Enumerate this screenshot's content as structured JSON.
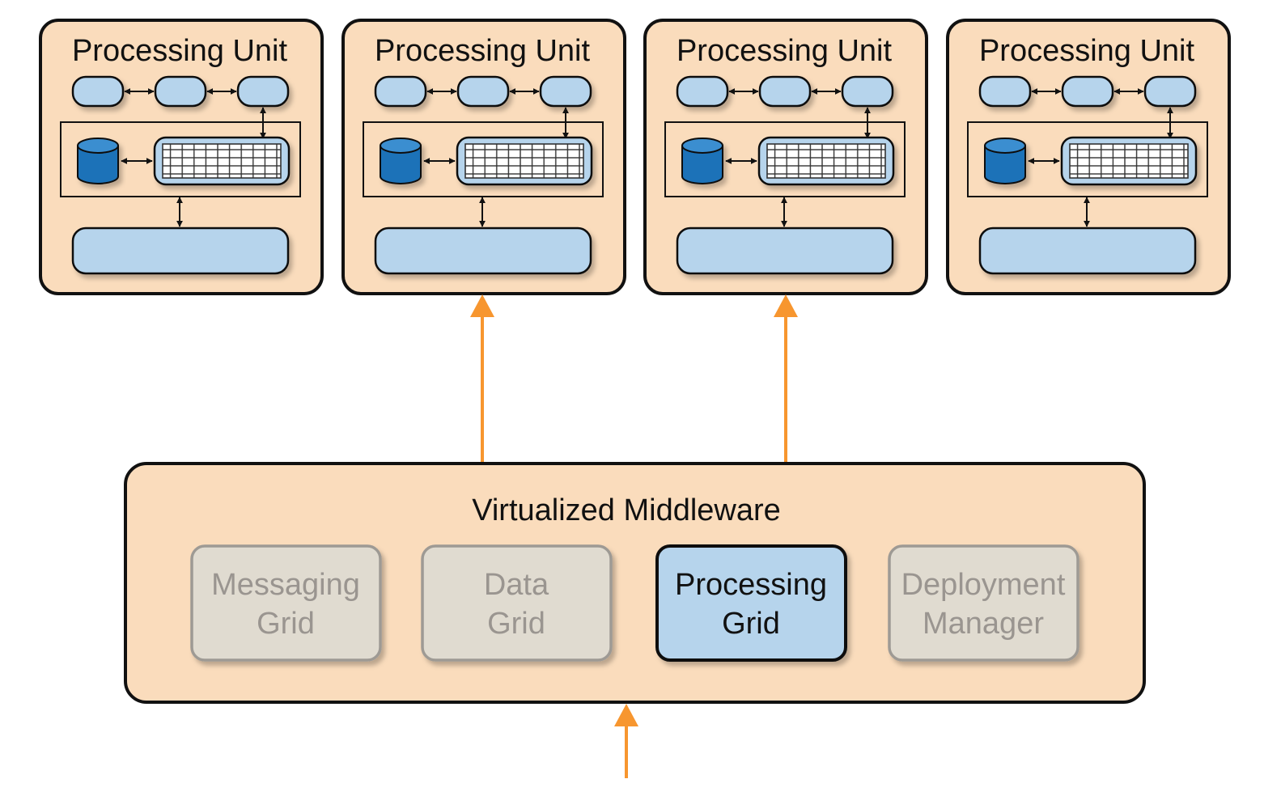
{
  "colors": {
    "unit_fill": "#fadcbc",
    "component_fill": "#b6d4ec",
    "database_fill": "#1a72b8",
    "inactive_fill": "#e0dbd0",
    "inactive_stroke": "#9e9a94",
    "inactive_text": "#9a9590",
    "arrow_orange": "#f7962f",
    "outline": "#111111"
  },
  "processing_units": [
    {
      "title": "Processing Unit"
    },
    {
      "title": "Processing Unit"
    },
    {
      "title": "Processing Unit"
    },
    {
      "title": "Processing Unit"
    }
  ],
  "middleware": {
    "title": "Virtualized Middleware",
    "components": [
      {
        "line1": "Messaging",
        "line2": "Grid",
        "active": false
      },
      {
        "line1": "Data",
        "line2": "Grid",
        "active": false
      },
      {
        "line1": "Processing",
        "line2": "Grid",
        "active": true
      },
      {
        "line1": "Deployment",
        "line2": "Manager",
        "active": false
      }
    ]
  },
  "icons": {
    "database": "database-icon",
    "grid_table": "data-grid-icon"
  }
}
